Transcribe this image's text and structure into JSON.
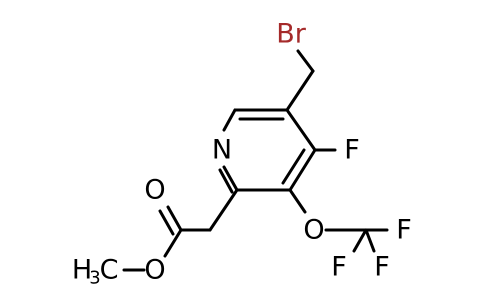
{
  "atoms": {
    "br": {
      "symbol": "Br",
      "color": "#a52a2a"
    },
    "f4": {
      "symbol": "F",
      "color": "#000000"
    },
    "n": {
      "symbol": "N",
      "color": "#000000"
    },
    "o_ether": {
      "symbol": "O",
      "color": "#000000"
    },
    "f_a": {
      "symbol": "F",
      "color": "#000000"
    },
    "f_b": {
      "symbol": "F",
      "color": "#000000"
    },
    "f_c": {
      "symbol": "F",
      "color": "#000000"
    },
    "o_carbonyl": {
      "symbol": "O",
      "color": "#000000"
    },
    "o_ester": {
      "symbol": "O",
      "color": "#000000"
    },
    "methyl": {
      "symbol": "H",
      "subscript": "3",
      "tail": "C",
      "color": "#000000"
    }
  }
}
